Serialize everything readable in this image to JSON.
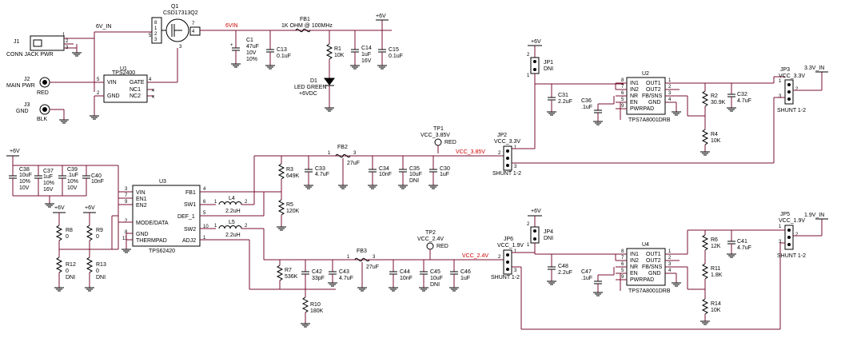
{
  "connectors": {
    "j1": {
      "ref": "J1",
      "name": "CONN JACK PWR"
    },
    "j2": {
      "ref": "J2",
      "name": "MAIN PWR",
      "color": "RED"
    },
    "j3": {
      "ref": "J3",
      "name": "GND",
      "color": "BLK"
    }
  },
  "q1": {
    "ref": "Q1",
    "part": "CSD17313Q2"
  },
  "u1": {
    "ref": "U1",
    "part": "TPS2400",
    "pins": [
      "VIN",
      "GND",
      "GATE",
      "NC1",
      "NC2"
    ]
  },
  "u2": {
    "ref": "U2",
    "part": "TPS7A8001DRB",
    "pins_l": [
      "IN1",
      "IN2",
      "NR",
      "EN",
      "PWRPAD"
    ],
    "pins_r": [
      "OUT1",
      "OUT2",
      "FB/SNS",
      "GND"
    ]
  },
  "u3": {
    "ref": "U3",
    "part": "TPS62420",
    "pins_l": [
      "VIN",
      "EN1",
      "EN2",
      "MODE/DATA",
      "GND",
      "THERMPAD"
    ],
    "pins_r": [
      "FB1",
      "SW1",
      "DEF_1",
      "SW2",
      "ADJ2"
    ]
  },
  "u4": {
    "ref": "U4",
    "part": "TPS7A8001DRB",
    "pins_l": [
      "IN1",
      "IN2",
      "NR",
      "EN",
      "PWRPAD"
    ],
    "pins_r": [
      "OUT1",
      "OUT2",
      "FB/SNS",
      "GND"
    ]
  },
  "nets": {
    "v6_in": "6V_IN",
    "v6vin": "6VIN",
    "p6v": "+6V",
    "vcc_3v85_a": "VCC_3.85V",
    "vcc_3v85_b": "VCC_3.85V",
    "vcc_3v3": "VCC_3.3V",
    "v3v3_in": "3.3V_IN",
    "vcc_2v4_a": "VCC_2.4V",
    "vcc_2v4_b": "VCC_2.4V",
    "vcc_1v9": "VCC_1.9V",
    "v1v9_in": "1.9V_IN"
  },
  "tp": {
    "tp1": {
      "ref": "TP1",
      "net": "VCC_3.85V",
      "color": "RED"
    },
    "tp2": {
      "ref": "TP2",
      "net": "VCC_2.4V",
      "color": "RED"
    }
  },
  "jumpers": {
    "jp1": {
      "ref": "JP1",
      "val": "DNI"
    },
    "jp2": {
      "ref": "JP2",
      "val": "SHUNT 1-2"
    },
    "jp3": {
      "ref": "JP3",
      "val": "SHUNT 1-2"
    },
    "jp4": {
      "ref": "JP4",
      "val": "DNI"
    },
    "jp5": {
      "ref": "JP5",
      "val": "SHUNT 1-2"
    },
    "jp6": {
      "ref": "JP6",
      "val": "SHUNT 1-2"
    }
  },
  "fb": {
    "fb1": {
      "ref": "FB1",
      "val": "1K OHM @ 100MHz"
    },
    "fb2": {
      "ref": "FB2",
      "val": "27uF"
    },
    "fb3": {
      "ref": "FB3",
      "val": "27uF"
    }
  },
  "d1": {
    "ref": "D1",
    "val": "LED GREEN",
    "note": "+6VDC"
  },
  "inductors": {
    "l4": {
      "ref": "L4",
      "val": "2.2uH"
    },
    "l5": {
      "ref": "L5",
      "val": "2.2uH"
    }
  },
  "caps": {
    "c1": {
      "ref": "C1",
      "v1": "47uF",
      "v2": "10V",
      "v3": "10%"
    },
    "c13": {
      "ref": "C13",
      "v1": "0.1uF"
    },
    "c14": {
      "ref": "C14",
      "v1": "1uF",
      "v2": "16V"
    },
    "c15": {
      "ref": "C15",
      "v1": "0.1uF"
    },
    "c31": {
      "ref": "C31",
      "v1": "2.2uF"
    },
    "c36": {
      "ref": "C36",
      "v1": ".1uF"
    },
    "c32": {
      "ref": "C32",
      "v1": "4.7uF"
    },
    "c38": {
      "ref": "C38",
      "v1": "10uF",
      "v2": "10%",
      "v3": "10V"
    },
    "c37": {
      "ref": "C37",
      "v1": "1uF",
      "v2": "10%",
      "v3": "16V"
    },
    "c39": {
      "ref": "C39",
      "v1": ".1uF",
      "v2": "10%",
      "v3": "10V"
    },
    "c40": {
      "ref": "C40",
      "v1": "10nF"
    },
    "c33": {
      "ref": "C33",
      "v1": "4.7uF"
    },
    "c34": {
      "ref": "C34",
      "v1": "10nF"
    },
    "c35": {
      "ref": "C35",
      "v1": "10uF",
      "v2": "DNI"
    },
    "c30": {
      "ref": "C30",
      "v1": "1uF"
    },
    "c42": {
      "ref": "C42",
      "v1": "33pF"
    },
    "c43": {
      "ref": "C43",
      "v1": "4.7uF"
    },
    "c44": {
      "ref": "C44",
      "v1": "10nF"
    },
    "c45": {
      "ref": "C45",
      "v1": "10uF",
      "v2": "DNI"
    },
    "c46": {
      "ref": "C46",
      "v1": "1uF"
    },
    "c48": {
      "ref": "C48",
      "v1": "2.2uF"
    },
    "c47": {
      "ref": "C47",
      "v1": ".1uF"
    },
    "c41": {
      "ref": "C41",
      "v1": "4.7uF"
    }
  },
  "res": {
    "r1": {
      "ref": "R1",
      "v1": "10K"
    },
    "r2": {
      "ref": "R2",
      "v1": "30.9K"
    },
    "r4": {
      "ref": "R4",
      "v1": "10K"
    },
    "r3": {
      "ref": "R3",
      "v1": "649K"
    },
    "r5": {
      "ref": "R5",
      "v1": "120K"
    },
    "r8": {
      "ref": "R8",
      "v1": "0"
    },
    "r12": {
      "ref": "R12",
      "v1": "0",
      "v2": "DNI"
    },
    "r9": {
      "ref": "R9",
      "v1": "0"
    },
    "r13": {
      "ref": "R13",
      "v1": "0",
      "v2": "DNI"
    },
    "r7": {
      "ref": "R7",
      "v1": "536K"
    },
    "r10": {
      "ref": "R10",
      "v1": "180K"
    },
    "r6": {
      "ref": "R6",
      "v1": "12K"
    },
    "r11": {
      "ref": "R11",
      "v1": "1.8K"
    },
    "r14": {
      "ref": "R14",
      "v1": "10K"
    }
  }
}
